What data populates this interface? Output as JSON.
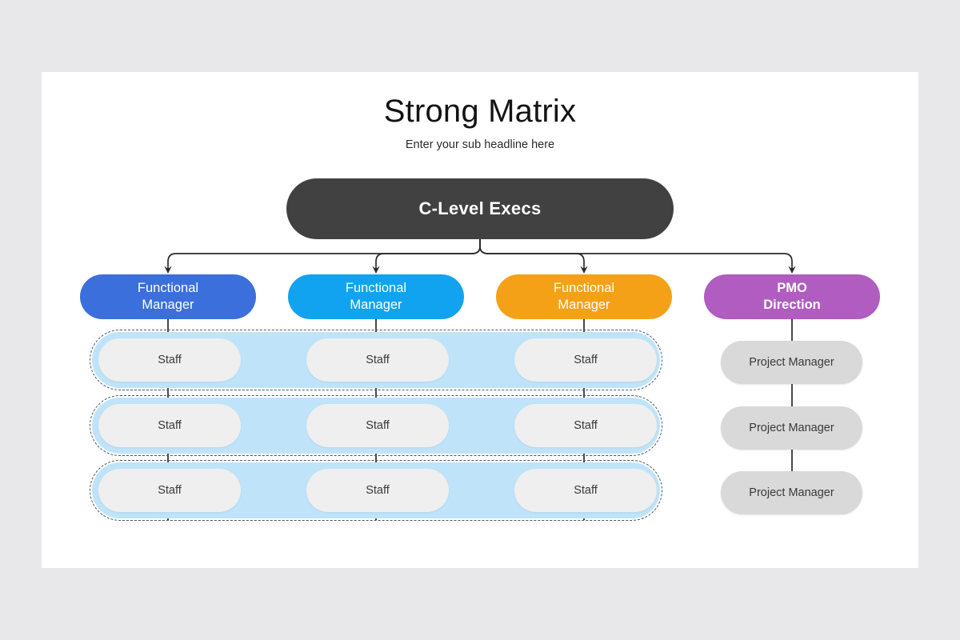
{
  "page": {
    "background_color": "#e8e8ea",
    "card_color": "#ffffff"
  },
  "header": {
    "title": "Strong Matrix",
    "subtitle": "Enter your sub headline here"
  },
  "chart_data": {
    "type": "diagram",
    "diagram_kind": "organizational-chart",
    "title": "Strong Matrix",
    "subtitle": "Enter your sub headline here",
    "root": {
      "label": "C-Level Execs",
      "color": "#414141",
      "text_color": "#ffffff",
      "bold": true
    },
    "managers": [
      {
        "label": "Functional\nManager",
        "line1": "Functional",
        "line2": "Manager",
        "color": "#3b6fdb",
        "bold": false
      },
      {
        "label": "Functional\nManager",
        "line1": "Functional",
        "line2": "Manager",
        "color": "#11a3ef",
        "bold": false
      },
      {
        "label": "Functional\nManager",
        "line1": "Functional",
        "line2": "Manager",
        "color": "#f5a117",
        "bold": false
      },
      {
        "label": "PMO\nDirection",
        "line1": "PMO",
        "line2": "Direction",
        "color": "#b05cc0",
        "bold": true
      }
    ],
    "staff_bands": [
      {
        "band_color": "#bfe4fa",
        "border_style": "dashed",
        "border_color": "#4a5568",
        "cells": [
          "Staff",
          "Staff",
          "Staff"
        ]
      },
      {
        "band_color": "#bfe4fa",
        "border_style": "dashed",
        "border_color": "#4a5568",
        "cells": [
          "Staff",
          "Staff",
          "Staff"
        ]
      },
      {
        "band_color": "#bfe4fa",
        "border_style": "dashed",
        "border_color": "#4a5568",
        "cells": [
          "Staff",
          "Staff",
          "Staff"
        ]
      }
    ],
    "project_managers": [
      {
        "label": "Project Manager",
        "color": "#d9d9d9"
      },
      {
        "label": "Project Manager",
        "color": "#d9d9d9"
      },
      {
        "label": "Project Manager",
        "color": "#d9d9d9"
      }
    ],
    "connectors": {
      "style": "elbow-curved-with-arrowheads",
      "color": "#2b2b2b",
      "from": "C-Level Execs",
      "to": [
        "Functional Manager",
        "Functional Manager",
        "Functional Manager",
        "PMO Direction"
      ]
    }
  }
}
